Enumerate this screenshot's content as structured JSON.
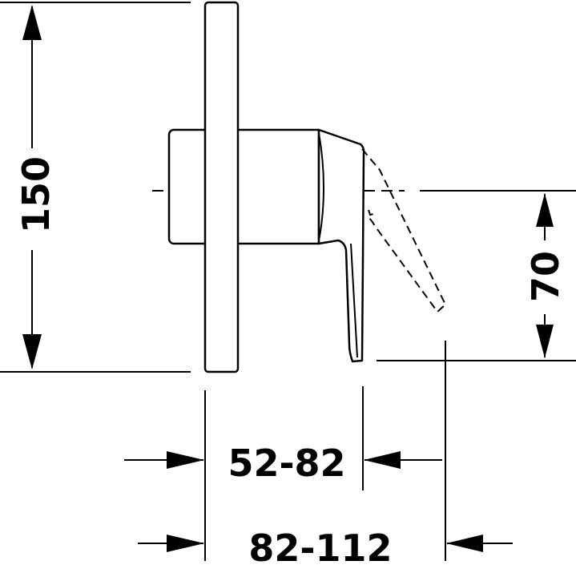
{
  "dimensions": {
    "height_total": "150",
    "lever_offset": "70",
    "depth_short": "52-82",
    "depth_long": "82-112"
  }
}
